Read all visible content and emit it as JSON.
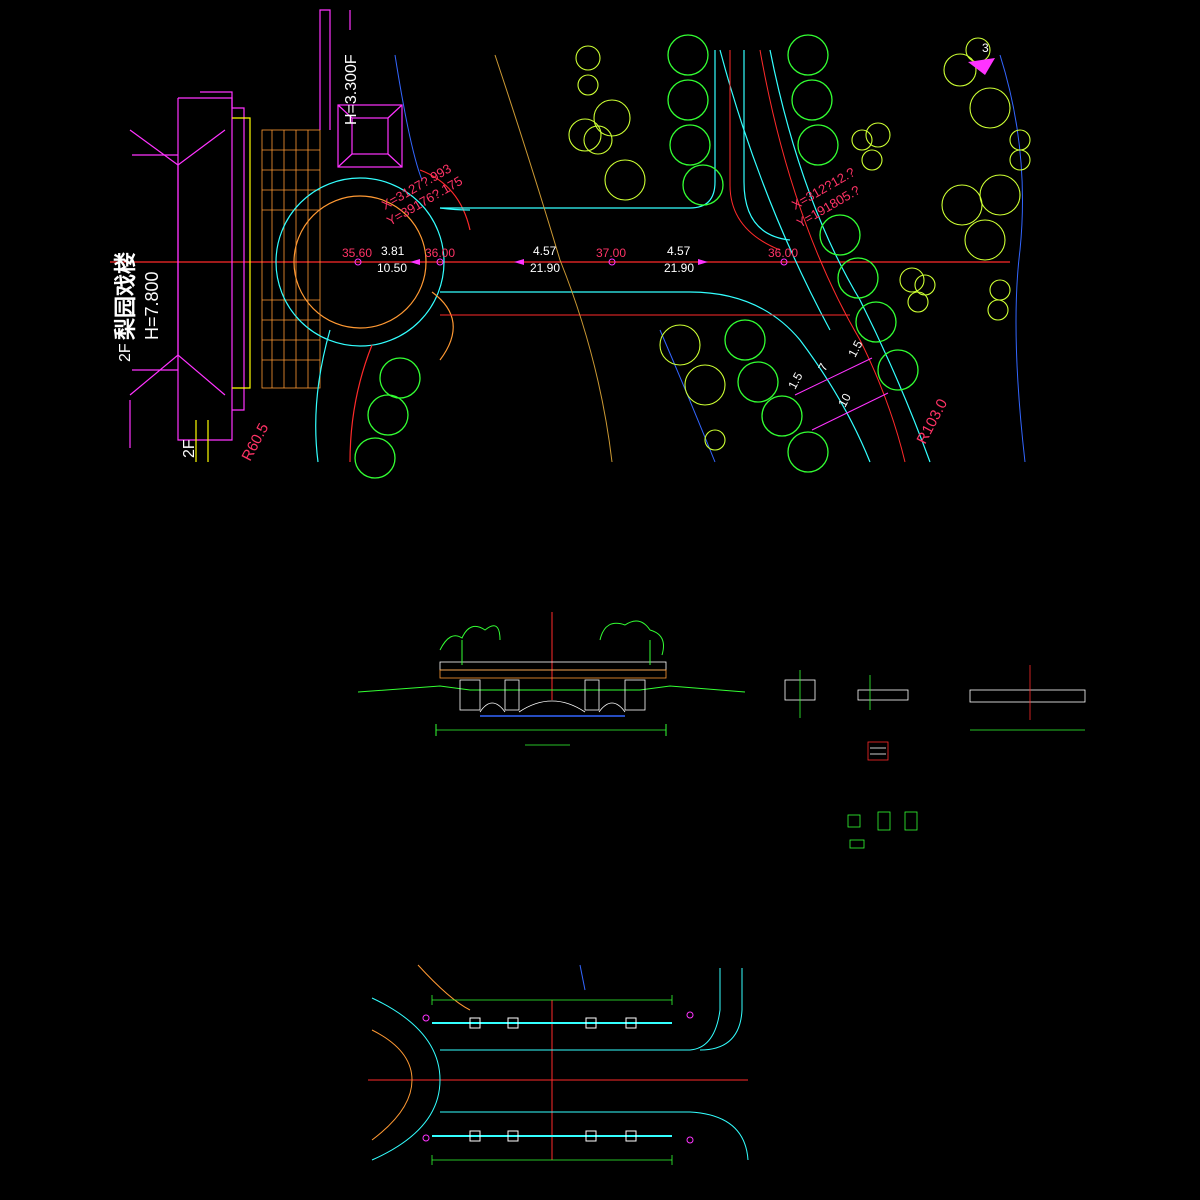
{
  "drawing": {
    "building": {
      "name": "梨园戏楼",
      "height_label": "H=7.800",
      "floor_label_left": "2F",
      "floor_label_bottom": "2F",
      "pavilion_height": "H=3.300F"
    },
    "roundabout": {
      "radius_label": "R60.5",
      "coord_x": "X=3127?.993",
      "coord_y": "Y=39176?.175"
    },
    "road_right": {
      "radius_label": "R103.0",
      "coord_x": "X=312?12.?",
      "coord_y": "Y=191805.?"
    },
    "elevations": [
      "35.60",
      "36.00",
      "37.00",
      "36.00"
    ],
    "segments": [
      {
        "slope": "3.81",
        "length": "10.50"
      },
      {
        "slope": "4.57",
        "length": "21.90"
      },
      {
        "slope": "4.57",
        "length": "21.90"
      }
    ],
    "widths": [
      "1.5",
      "7",
      "1.5",
      "10"
    ],
    "index_marker": "3"
  },
  "colors": {
    "background": "#000000",
    "magenta": "#ff33ff",
    "red": "#ff2a2a",
    "yellow": "#ffff00",
    "cyan": "#33ffff",
    "green": "#00ff00",
    "lime": "#ccff33",
    "orange": "#ff9933",
    "crimson": "#ff3366",
    "blue": "#3366ff",
    "white": "#ffffff"
  }
}
